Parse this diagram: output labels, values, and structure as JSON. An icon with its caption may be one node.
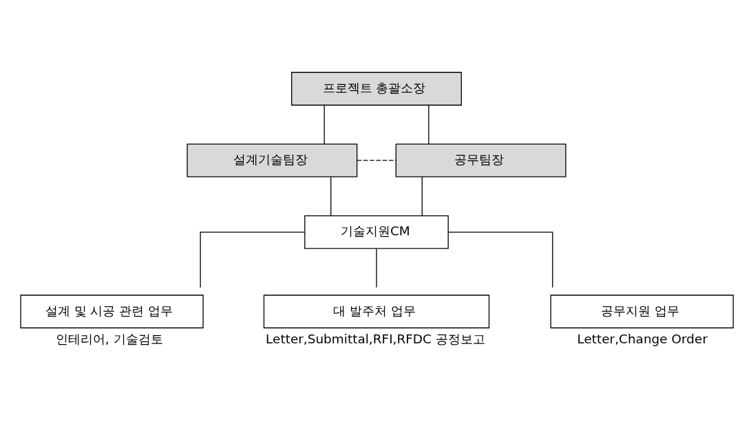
{
  "diagram": {
    "nodes": [
      {
        "text": [
          "프로젝트 총괄소장"
        ]
      },
      {
        "text": [
          "설계기술팀장"
        ]
      },
      {
        "text": [
          "공무팀장"
        ]
      },
      {
        "text": [
          "기술지원CM"
        ]
      },
      {
        "text": [
          "설계 및 시공 관련 업무"
        ],
        "beside": [
          "인테리어, 기술검토"
        ]
      },
      {
        "text": [
          "대 발주처 업무"
        ],
        "beside": [
          "Letter,Submittal,RFI,RFDC 공정보고"
        ]
      },
      {
        "text": [
          "공무지원 업무"
        ],
        "beside": [
          "Letter,Change Order"
        ]
      }
    ],
    "edges": [
      {
        "from": 0,
        "to": 1,
        "arrow": "none"
      },
      {
        "from": 0,
        "to": 2,
        "arrow": "none"
      },
      {
        "from": 1,
        "to": 2,
        "arrow": "none",
        "style": "dashed"
      },
      {
        "from": 1,
        "to": 3,
        "arrow": "none"
      },
      {
        "from": 2,
        "to": 3,
        "arrow": "none"
      },
      {
        "from": 3,
        "to": 4,
        "arrow": "none"
      },
      {
        "from": 3,
        "to": 5,
        "arrow": "none"
      },
      {
        "from": 3,
        "to": 6,
        "arrow": "none"
      }
    ]
  }
}
